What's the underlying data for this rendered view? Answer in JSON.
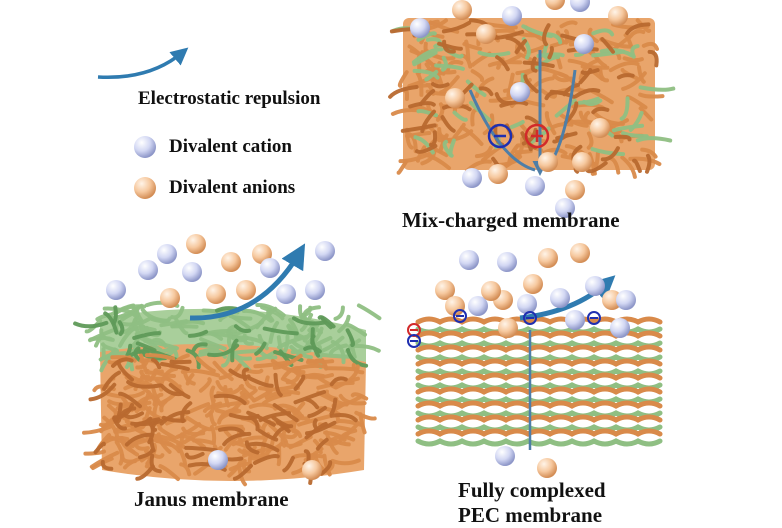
{
  "legend": {
    "arrow_label": "Electrostatic repulsion",
    "cation_label": "Divalent cation",
    "anion_label": "Divalent anions"
  },
  "panels": {
    "mix": {
      "caption": "Mix-charged membrane"
    },
    "janus": {
      "caption": "Janus membrane"
    },
    "pec": {
      "caption_line1": "Fully complexed",
      "caption_line2": "PEC membrane"
    }
  },
  "colors": {
    "cation": "#c7cdf0",
    "anion": "#f5c49a",
    "orange_fiber": "#d98a4a",
    "green_fiber": "#8fbf83",
    "arrow": "#2f7bb0",
    "negative_charge": "#1f2fb0",
    "positive_charge": "#d22a2a"
  }
}
